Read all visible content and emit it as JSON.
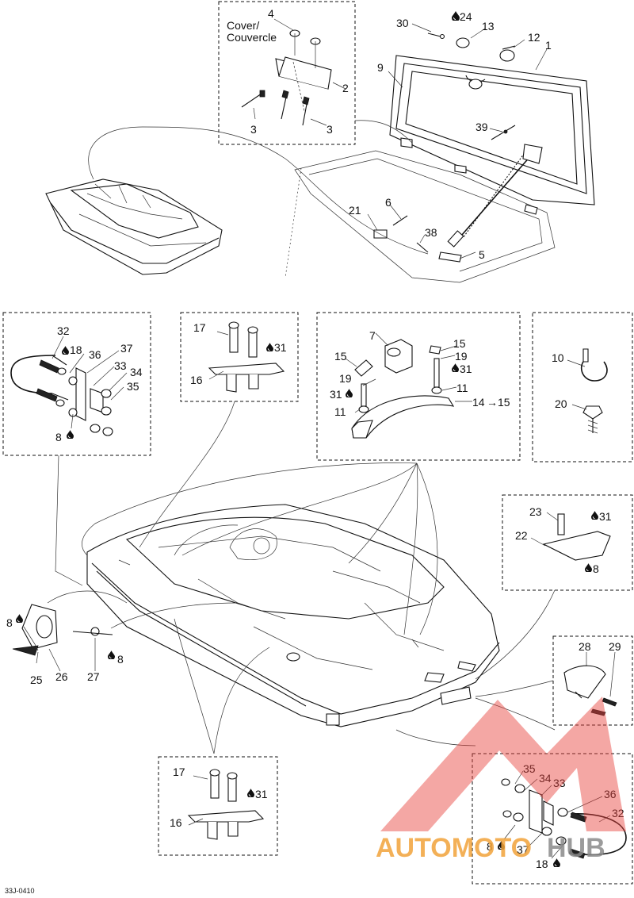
{
  "labels": {
    "c1": "1",
    "c2": "2",
    "c3a": "3",
    "c3b": "3",
    "c4": "4",
    "c5": "5",
    "c6": "6",
    "c7": "7",
    "c8a": "8",
    "c8b": "8",
    "c8c": "8",
    "c8d": "8",
    "c8e": "8",
    "c9": "9",
    "c10": "10",
    "c11a": "11",
    "c11b": "11",
    "c12": "12",
    "c13": "13",
    "c14": "14",
    "c15a": "15",
    "c15b": "15",
    "c16a": "16",
    "c16b": "16",
    "c17a": "17",
    "c17b": "17",
    "c18a": "18",
    "c18b": "18",
    "c19a": "19",
    "c19b": "19",
    "c20": "20",
    "c21": "21",
    "c22": "22",
    "c23": "23",
    "c24": "24",
    "c25": "25",
    "c26": "26",
    "c27": "27",
    "c28": "28",
    "c29": "29",
    "c30": "30",
    "c31a": "31",
    "c31b": "31",
    "c31c": "31",
    "c31d": "31",
    "c31e": "31",
    "c32a": "32",
    "c32b": "32",
    "c33a": "33",
    "c33b": "33",
    "c34a": "34",
    "c34b": "34",
    "c35a": "35",
    "c35b": "35",
    "c36a": "36",
    "c36b": "36",
    "c37a": "37",
    "c37b": "37",
    "c38": "38",
    "c39": "39",
    "arrow_to": "→15",
    "cover_line1": "Cover/",
    "cover_line2": "Couvercle"
  },
  "figure_id": "33J-0410",
  "watermark": {
    "text_orange": "AUTOMOTO",
    "text_gray": "HUB",
    "color_red": "#e8413c",
    "color_orange": "#f2a33a",
    "color_gray": "#8a8a8a"
  },
  "icons": {
    "adhesive": "drop-icon"
  }
}
